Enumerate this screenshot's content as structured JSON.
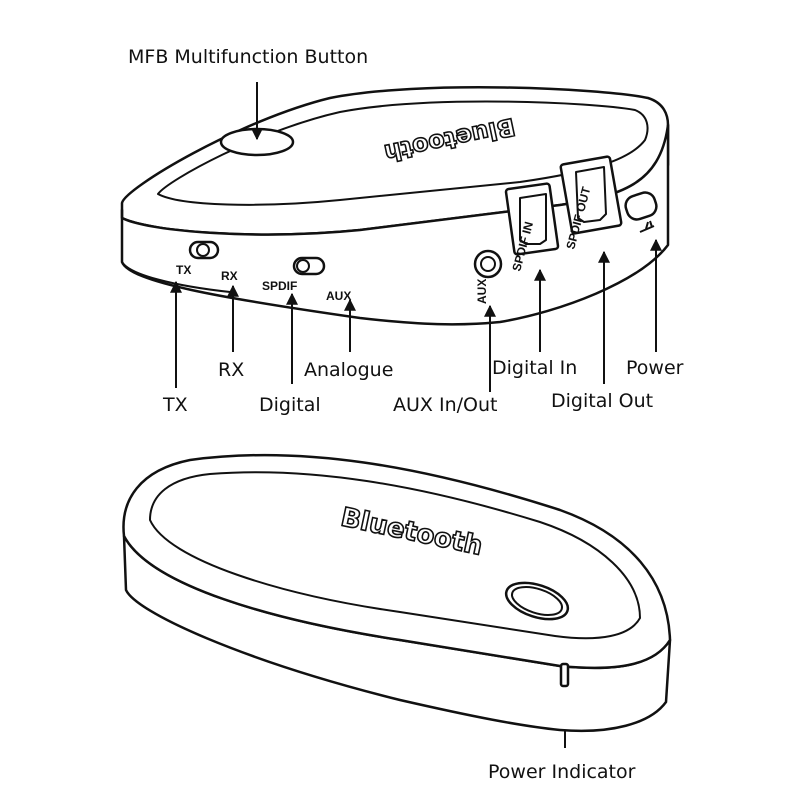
{
  "callouts": {
    "mfb": "MFB Multifunction Button",
    "tx": "TX",
    "rx": "RX",
    "digital": "Digital",
    "analogue": "Analogue",
    "aux_in_out": "AUX In/Out",
    "digital_in": "Digital In",
    "digital_out": "Digital Out",
    "power": "Power",
    "power_indicator": "Power Indicator"
  },
  "device_print": {
    "tx": "TX",
    "rx": "RX",
    "spdif": "SPDIF",
    "aux": "AUX",
    "aux_port": "AUX",
    "spdif_in": "SPDIF IN",
    "spdif_out": "SPDIF OUT",
    "brand": "Bluetooth"
  }
}
